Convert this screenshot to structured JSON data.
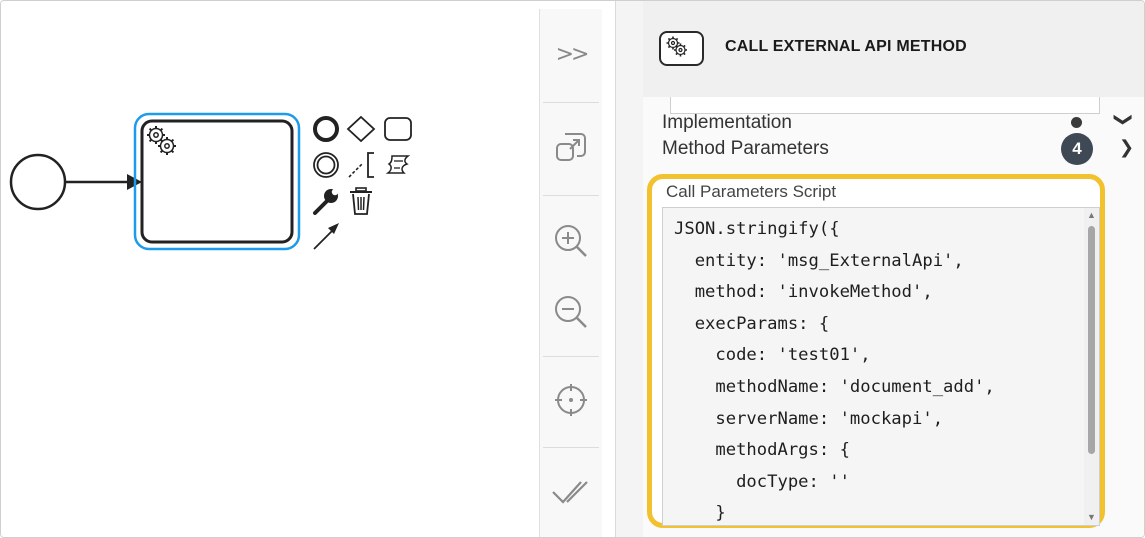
{
  "panel": {
    "header_title": "CALL EXTERNAL API METHOD",
    "rows": {
      "implementation": "Implementation",
      "method_parameters": "Method Parameters",
      "method_parameters_count": "4"
    },
    "call_params": {
      "label": "Call Parameters Script",
      "code": "JSON.stringify({\n  entity: 'msg_ExternalApi',\n  method: 'invokeMethod',\n  execParams: {\n    code: 'test01',\n    methodName: 'document_add',\n    serverName: 'mockapi',\n    methodArgs: {\n      docType: ''\n    }"
    }
  },
  "toolbar": {
    "collapse_label": ">>"
  },
  "icons": {
    "toolbar": [
      "collapse-icon",
      "fullscreen-icon",
      "zoom-in-icon",
      "zoom-out-icon",
      "reset-view-icon",
      "validate-icon"
    ],
    "context_pad": [
      "end-event-icon",
      "gateway-icon",
      "task-icon",
      "intermediate-event-icon",
      "connect-icon",
      "text-annotation-icon",
      "wrench-icon",
      "trash-icon",
      "arrow-connect-icon"
    ]
  },
  "colors": {
    "selection": "#1e9be9",
    "highlight": "#f2c12e",
    "badge": "#3f4855"
  }
}
